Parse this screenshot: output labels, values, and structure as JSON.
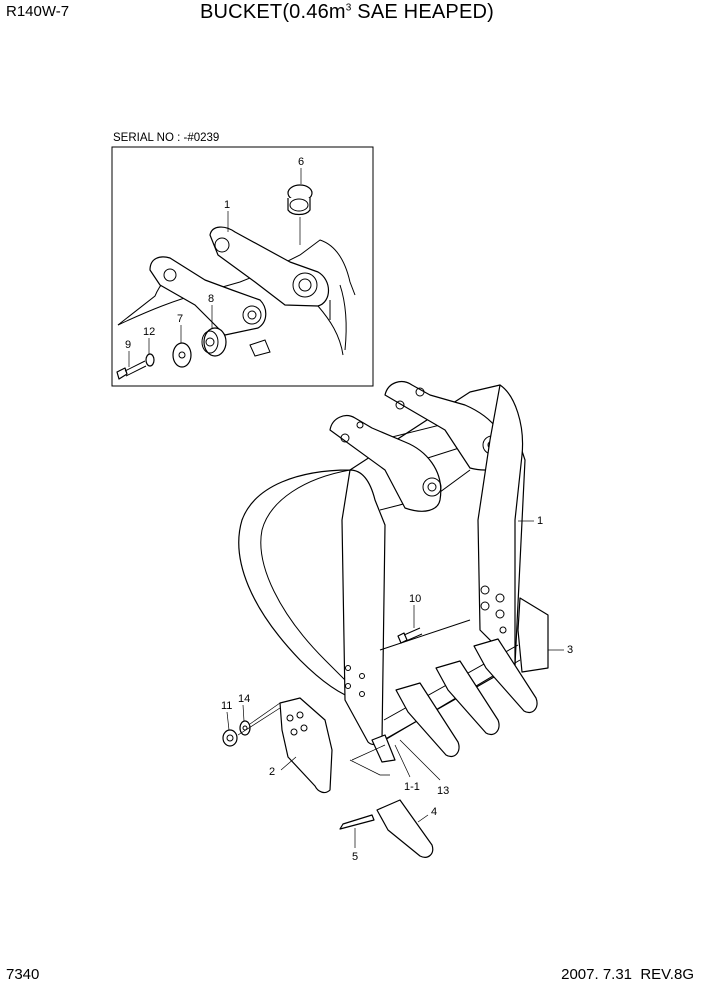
{
  "header": {
    "model": "R140W-7",
    "title_prefix": "BUCKET(0.46m",
    "title_sup": "3",
    "title_suffix": " SAE HEAPED)"
  },
  "inset": {
    "serial_label": "SERIAL NO : -#0239",
    "callouts": [
      "6",
      "1",
      "8",
      "7",
      "12",
      "9"
    ]
  },
  "main": {
    "callouts": [
      "1",
      "10",
      "3",
      "14",
      "11",
      "2",
      "1-1",
      "13",
      "4",
      "5"
    ]
  },
  "footer": {
    "page_number": "7340",
    "revision": "2007. 7.31  REV.8G"
  }
}
